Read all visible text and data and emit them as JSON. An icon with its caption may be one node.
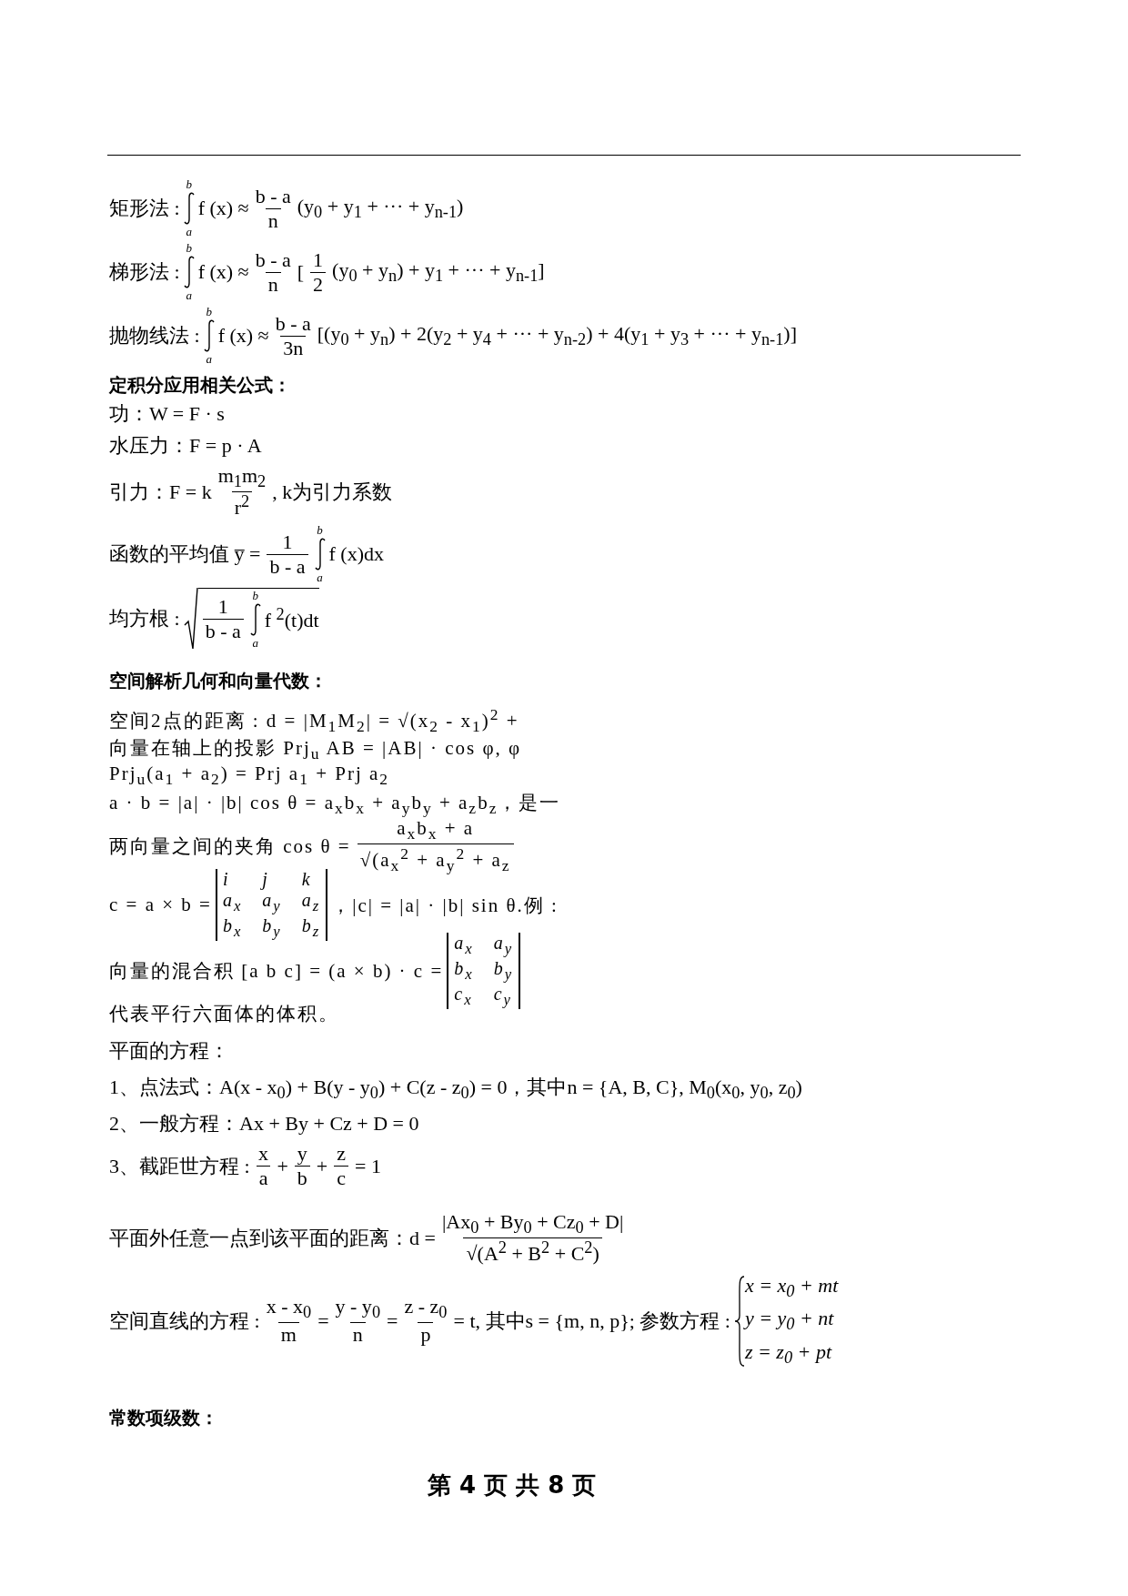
{
  "diagram": {
    "labels": [
      "矩形法 :",
      "b",
      "a",
      "f (x) ≈",
      "b - a",
      "n",
      "(y$_{0}$ + y$_{1}$ + ··· + y$_{n-1}$)",
      "梯形法 :",
      "b",
      "a",
      "f (x) ≈",
      "b - a",
      "n",
      "[",
      "1",
      "2",
      "(y$_{0}$ + y$_{n}$) + y$_{1}$ + ··· + y$_{n-1}$]",
      "抛物线法 :",
      "b",
      "a",
      "f (x) ≈",
      "b - a",
      "3n",
      "[(y$_{0}$ + y$_{n}$) + 2(y$_{2}$ + y$_{4}$ + ··· + y$_{n-2}$) + 4(y$_{1}$ + y$_{3}$ + ··· + y$_{n-1}$)]",
      "定积分应用相关公式：",
      "功：W = F · s",
      "水压力：F = p · A",
      "引力：F = k",
      "m$_{1}$m$_{2}$",
      "r$^{2}$",
      ", k为引力系数",
      "函数的平均值 y̅ =",
      "1",
      "b - a",
      "b",
      "a",
      "f (x)dx",
      "均方根 :",
      "1",
      "b - a",
      "b",
      "a",
      "f $^{2}$(t)dt",
      "空间解析几何和向量代数：",
      "空间2点的距离 : d = |M$_{1}$M$_{2}$| = √(x$_{2}$ - x$_{1}$)$^{2}$ +",
      "向量在轴上的投影 Prj$_{u}$ AB = |AB| · cos φ, φ",
      "Prj$_{u}$(a$_{1}$ + a$_{2}$) = Prj a$_{1}$ + Prj a$_{2}$",
      "a · b = |a| · |b| cos θ = a$_{x}$b$_{x}$ + a$_{y}$b$_{y}$ + a$_{z}$b$_{z}$，是一",
      "两向量之间的夹角 cos θ =",
      "a$_{x}$b$_{x}$ + a",
      "√(a$_{x}$$^{2}$ + a$_{y}$$^{2}$ + a$_{z}$",
      "c = a × b =",
      "i",
      "j",
      "k",
      "a$_{x}$",
      "a$_{y}$",
      "a$_{z}$",
      "b$_{x}$",
      "b$_{y}$",
      "b$_{z}$",
      "，|c| = |a| · |b| sin θ.例 :",
      "向量的混合积 [a b c] = (a × b) · c =",
      "a$_{x}$",
      "a$_{y}$",
      "b$_{x}$",
      "b$_{y}$",
      "c$_{x}$",
      "c$_{y}$",
      "代表平行六面体的体积。",
      "平面的方程：",
      "1、点法式：A(x - x$_{0}$) + B(y - y$_{0}$) + C(z - z$_{0}$) = 0，其中n = {A, B, C}, M$_{0}$(x$_{0}$, y$_{0}$, z$_{0}$)",
      "2、一般方程：Ax + By + Cz + D = 0",
      "3、截距世方程 :",
      "x",
      "a",
      "+",
      "y",
      "b",
      "+",
      "z",
      "c",
      "= 1",
      "平面外任意一点到该平面的距离：d =",
      "|Ax$_{0}$ + By$_{0}$ + Cz$_{0}$ + D|",
      "√(A$^{2}$ + B$^{2}$ + C$^{2}$)",
      "空间直线的方程 :",
      "x - x$_{0}$",
      "m",
      "=",
      "y - y$_{0}$",
      "n",
      "=",
      "z - z$_{0}$",
      "p",
      "= t, 其中s = {m, n, p}; 参数方程 :",
      "x = x$_{0}$ + mt",
      "y = y$_{0}$ + nt",
      "z = z$_{0}$ + pt",
      "常数项级数：",
      "第 4 页 共 8 页"
    ]
  }
}
